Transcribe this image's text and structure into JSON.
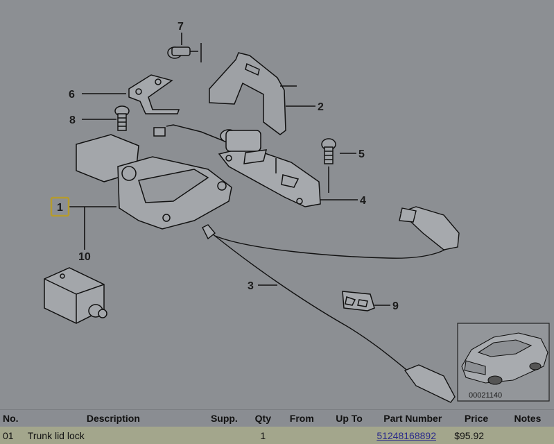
{
  "diagram": {
    "callouts": [
      "1",
      "2",
      "3",
      "4",
      "5",
      "6",
      "7",
      "8",
      "9",
      "10"
    ],
    "thumbnail_id": "00021140",
    "highlighted_callout": "1"
  },
  "table": {
    "headers": {
      "no": "No.",
      "description": "Description",
      "supp": "Supp.",
      "qty": "Qty",
      "from": "From",
      "up_to": "Up To",
      "part_number": "Part Number",
      "price": "Price",
      "notes": "Notes"
    },
    "rows": [
      {
        "no": "01",
        "description": "Trunk lid lock",
        "supp": "",
        "qty": "1",
        "from": "",
        "up_to": "",
        "part_number": "51248168892",
        "price": "$95.92",
        "notes": ""
      }
    ]
  },
  "colors": {
    "background": "#8c8f93",
    "highlight": "#b59b2e",
    "row_background": "#a3a68c",
    "link": "#2a2a8a"
  }
}
